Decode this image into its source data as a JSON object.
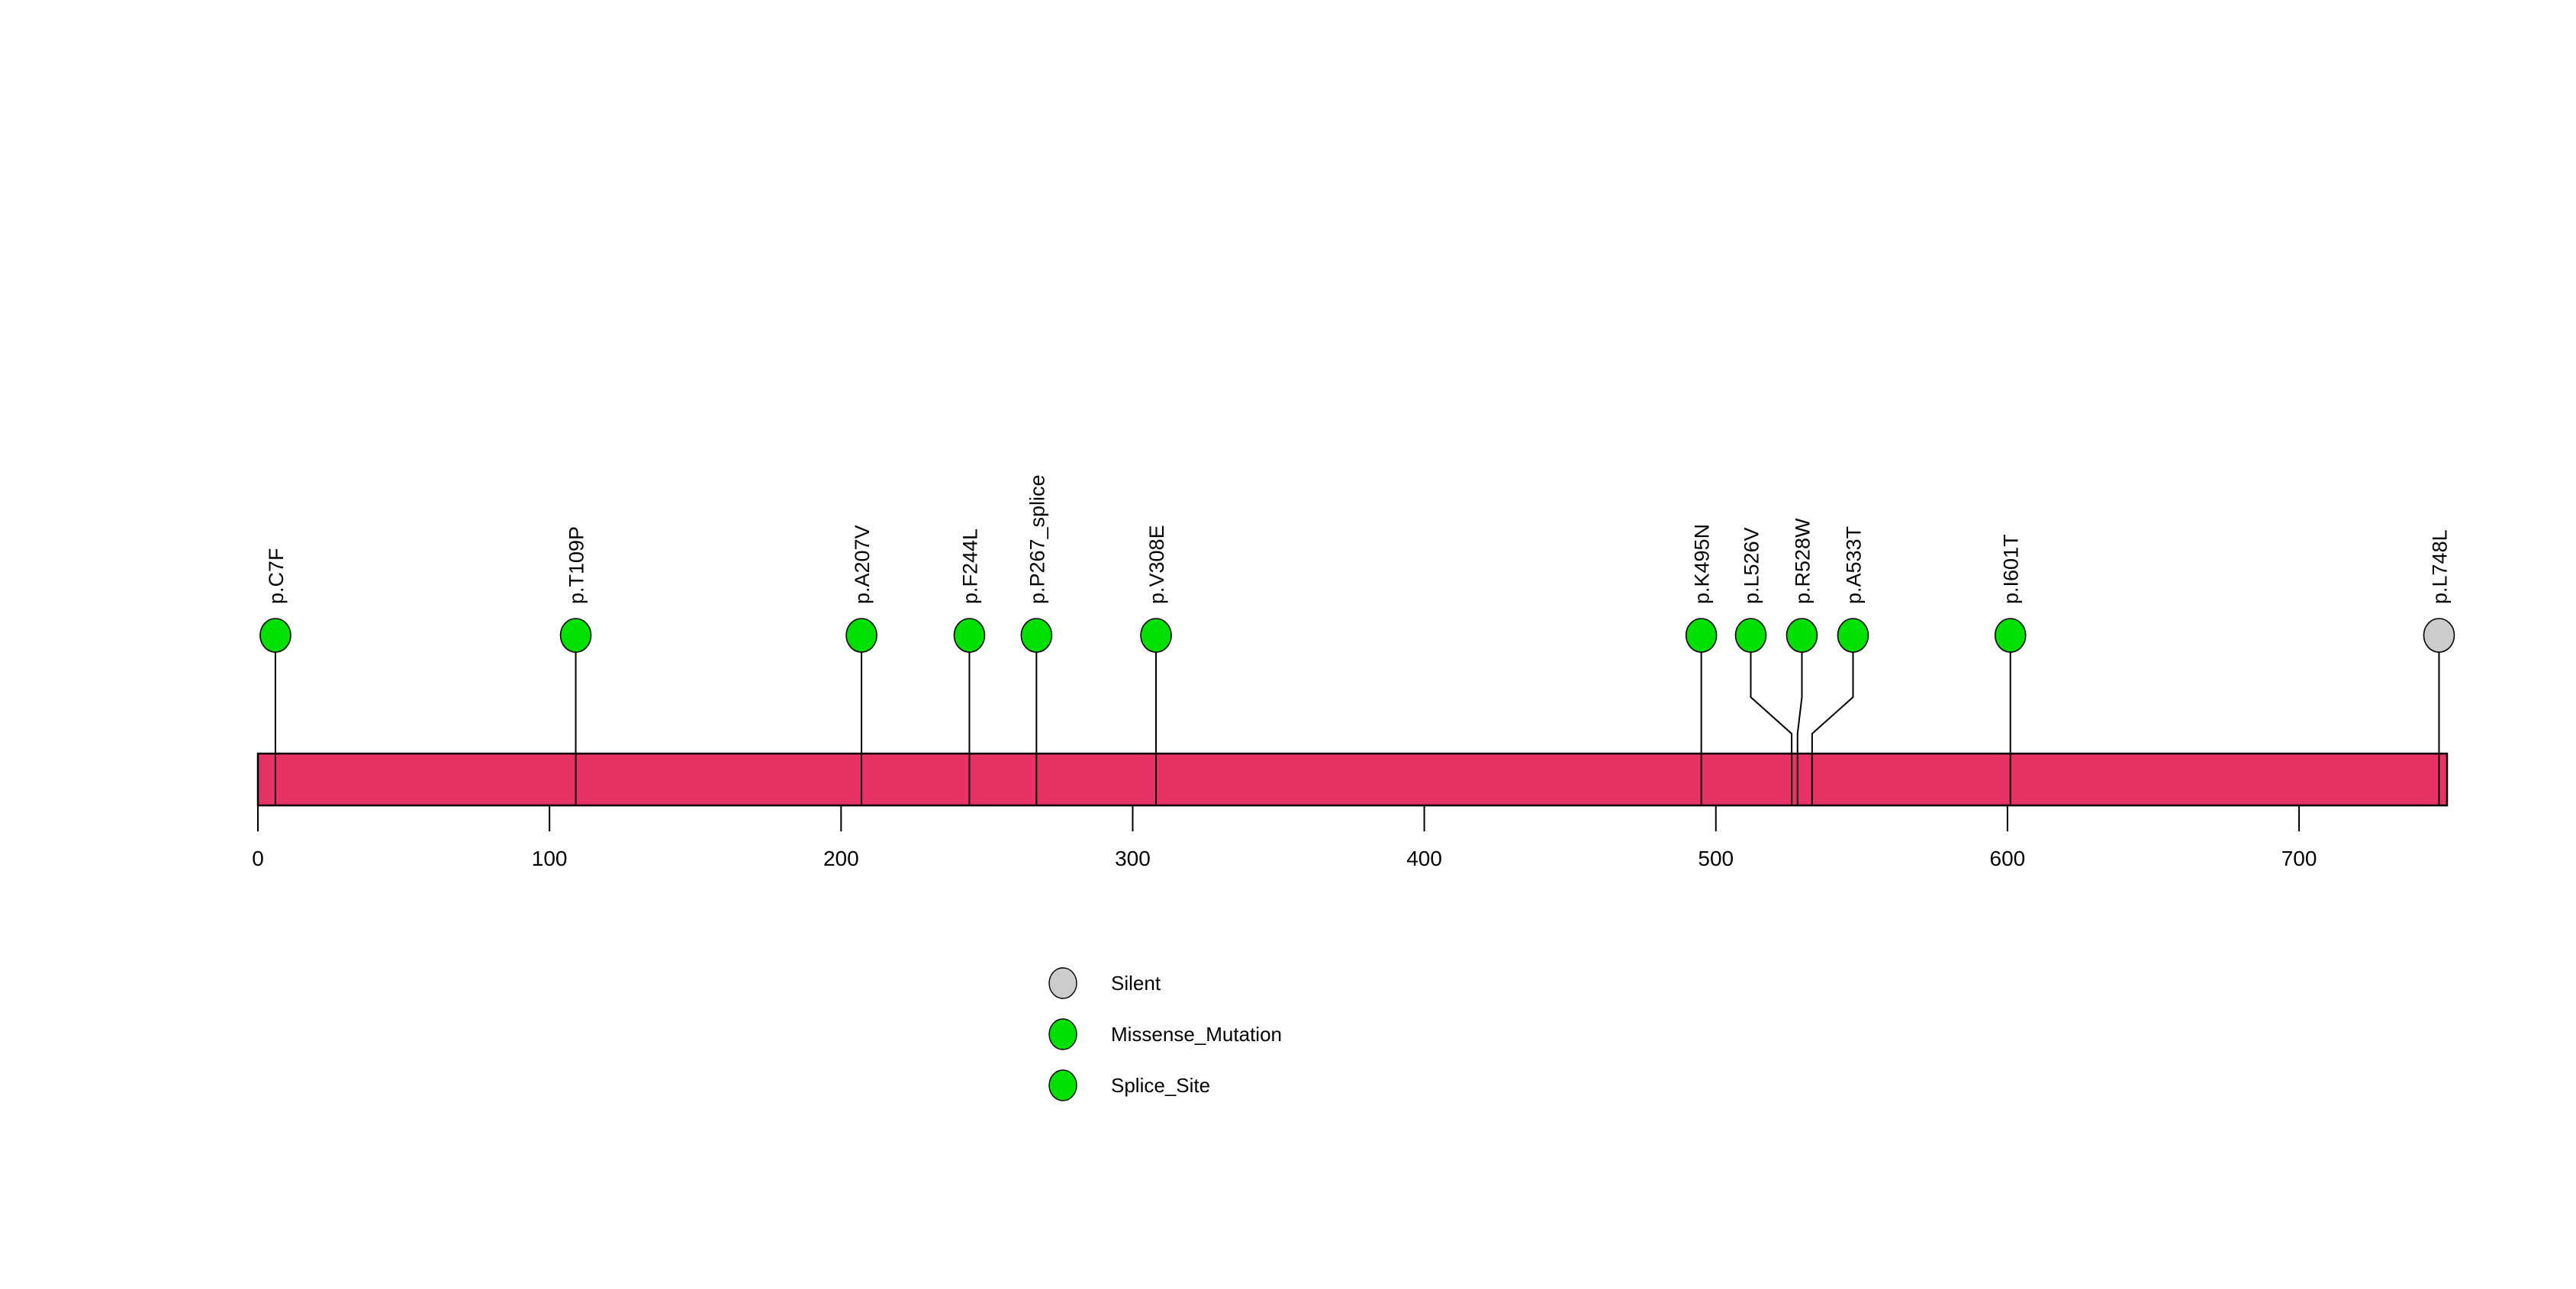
{
  "chart_data": {
    "type": "lollipop",
    "title": "",
    "subtitle": "",
    "xlabel": "",
    "ylabel": "",
    "xlim": [
      0,
      751
    ],
    "grid": false,
    "legend_position": "bottom-center",
    "protein": {
      "length": 751,
      "bar_color": "#E63265",
      "bar_outline": "#000000",
      "start": 0,
      "end": 751
    },
    "axis": {
      "ticks": [
        0,
        100,
        200,
        300,
        400,
        500,
        600,
        700
      ],
      "tick_labels": [
        "0",
        "100",
        "200",
        "300",
        "400",
        "500",
        "600",
        "700"
      ]
    },
    "categories": [
      "p.C7F",
      "p.T109P",
      "p.A207V",
      "p.F244L",
      "p.P267_splice",
      "p.V308E",
      "p.K495N",
      "p.L526V",
      "p.R528W",
      "p.A533T",
      "p.I601T",
      "p.L748L"
    ],
    "positions": [
      6,
      109,
      207,
      244,
      267,
      308,
      495,
      526,
      528,
      533,
      601,
      748
    ],
    "values": [
      1,
      1,
      1,
      1,
      1,
      1,
      1,
      1,
      1,
      1,
      1,
      1
    ],
    "mutations": [
      {
        "label": "p.C7F",
        "position": 6,
        "count": 1,
        "type": "Missense_Mutation",
        "color": "#00E000"
      },
      {
        "label": "p.T109P",
        "position": 109,
        "count": 1,
        "type": "Missense_Mutation",
        "color": "#00E000"
      },
      {
        "label": "p.A207V",
        "position": 207,
        "count": 1,
        "type": "Missense_Mutation",
        "color": "#00E000"
      },
      {
        "label": "p.F244L",
        "position": 244,
        "count": 1,
        "type": "Missense_Mutation",
        "color": "#00E000"
      },
      {
        "label": "p.P267_splice",
        "position": 267,
        "count": 1,
        "type": "Splice_Site",
        "color": "#00E000"
      },
      {
        "label": "p.V308E",
        "position": 308,
        "count": 1,
        "type": "Missense_Mutation",
        "color": "#00E000"
      },
      {
        "label": "p.K495N",
        "position": 495,
        "count": 1,
        "type": "Missense_Mutation",
        "color": "#00E000"
      },
      {
        "label": "p.L526V",
        "position": 526,
        "count": 1,
        "type": "Missense_Mutation",
        "color": "#00E000"
      },
      {
        "label": "p.R528W",
        "position": 528,
        "count": 1,
        "type": "Missense_Mutation",
        "color": "#00E000"
      },
      {
        "label": "p.A533T",
        "position": 533,
        "count": 1,
        "type": "Missense_Mutation",
        "color": "#00E000"
      },
      {
        "label": "p.I601T",
        "position": 601,
        "count": 1,
        "type": "Missense_Mutation",
        "color": "#00E000"
      },
      {
        "label": "p.L748L",
        "position": 748,
        "count": 1,
        "type": "Silent",
        "color": "#CCCCCC"
      }
    ],
    "legend": [
      {
        "label": "Silent",
        "color": "#CCCCCC"
      },
      {
        "label": "Missense_Mutation",
        "color": "#00E000"
      },
      {
        "label": "Splice_Site",
        "color": "#00E000"
      }
    ]
  },
  "colors": {
    "background": "#FFFFFF",
    "bar": "#E63265",
    "missense": "#00E000",
    "splice": "#00E000",
    "silent": "#CCCCCC",
    "stroke": "#000000"
  }
}
